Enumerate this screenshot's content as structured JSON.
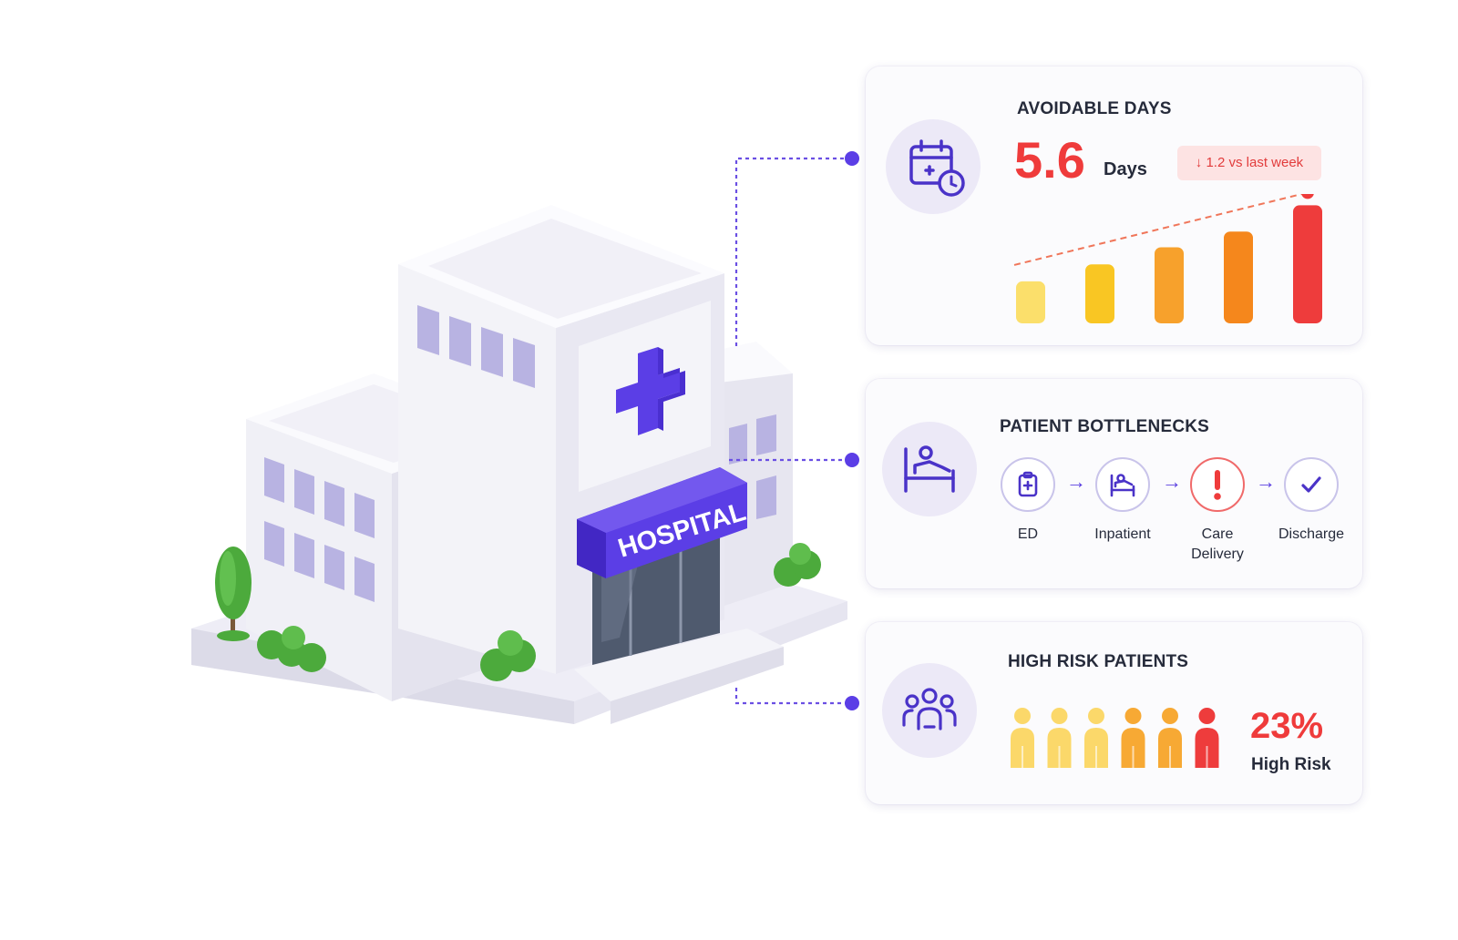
{
  "building": {
    "sign": "HOSPITAL"
  },
  "colors": {
    "accent": "#5b3ee6",
    "alert": "#ef3b3b",
    "bar_scale": [
      "#fbdf6b",
      "#f9c623",
      "#f7a12c",
      "#f5871c",
      "#ee3c3c"
    ],
    "people_scale": [
      "#fbd86a",
      "#fbd86a",
      "#fbd86a",
      "#f7a934",
      "#f7a934",
      "#ee3c3c"
    ]
  },
  "avoidable_days": {
    "title": "AVOIDABLE DAYS",
    "value": "5.6",
    "unit": "Days",
    "change": "↓ 1.2 vs last week",
    "icon": "calendar-clock-icon",
    "trend_levels": [
      0.32,
      0.45,
      0.58,
      0.7,
      0.9
    ]
  },
  "bottlenecks": {
    "title": "PATIENT BOTTLENECKS",
    "icon": "patient-bed-icon",
    "stages": [
      {
        "label": "ED",
        "icon": "clipboard-icon"
      },
      {
        "label": "Inpatient",
        "icon": "bed-icon"
      },
      {
        "label": "Care Delivery",
        "icon": "exclamation-icon"
      },
      {
        "label": "Discharge",
        "icon": "check-icon"
      }
    ]
  },
  "high_risk": {
    "title": "HIGH RISK PATIENTS",
    "icon": "people-group-icon",
    "value": "23%",
    "label": "High Risk"
  }
}
